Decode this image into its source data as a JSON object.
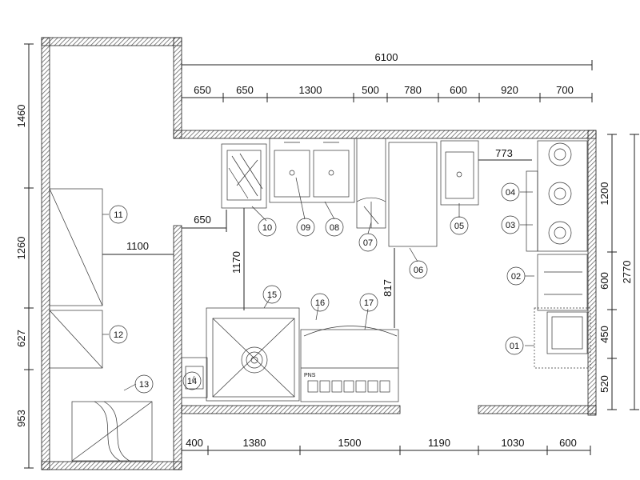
{
  "colors": {
    "wall_hatch": "#555555",
    "line": "#222222",
    "background": "#ffffff"
  },
  "dimensions": {
    "top_total": "6100",
    "top_segments": [
      "650",
      "650",
      "1300",
      "500",
      "780",
      "600",
      "920",
      "700"
    ],
    "bottom_segments": [
      "400",
      "1380",
      "1500",
      "1190",
      "1030",
      "600"
    ],
    "left_segments": [
      "1460",
      "1260",
      "627",
      "953"
    ],
    "right_total": "2770",
    "right_segments": [
      "1200",
      "600",
      "450",
      "520"
    ],
    "inner_650": "650",
    "inner_1100": "1100",
    "inner_1170": "1170",
    "inner_817": "817",
    "inner_773": "773"
  },
  "equipment_labels": [
    "01",
    "02",
    "03",
    "04",
    "05",
    "06",
    "07",
    "08",
    "09",
    "10",
    "11",
    "12",
    "13",
    "14",
    "15",
    "16",
    "17"
  ],
  "small_text": {
    "unit_label": "PNS"
  }
}
